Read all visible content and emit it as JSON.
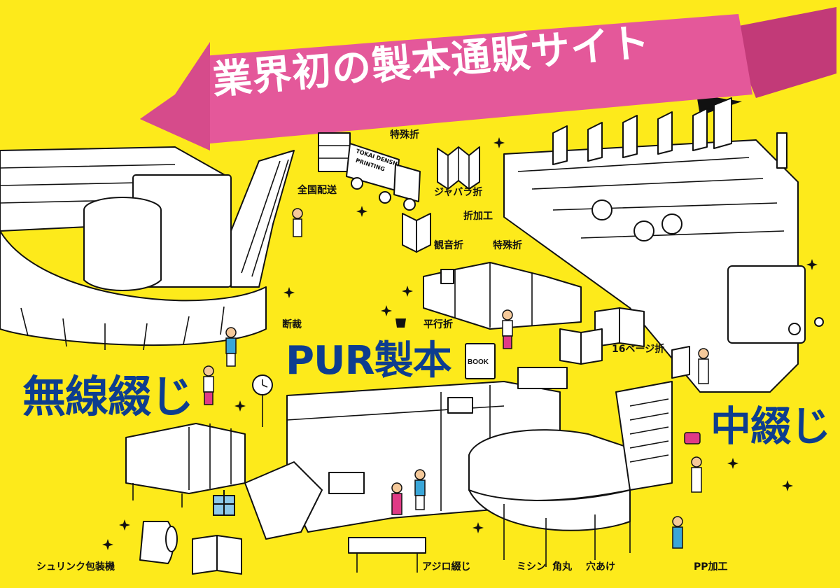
{
  "banner": {
    "title": "業界初の製本通販サイト"
  },
  "headlines": {
    "perfect_binding": "無線綴じ",
    "pur_binding": "PUR製本",
    "saddle_stitch": "中綴じ"
  },
  "labels": {
    "nationwide": "全国配送",
    "special_fold_top": "特殊折",
    "accordion_fold": "ジャバラ折",
    "fold_processing": "折加工",
    "gate_fold": "観音折",
    "special_fold": "特殊折",
    "cutting": "断裁",
    "parallel_fold": "平行折",
    "sixteen_page_fold": "16ページ折",
    "shrink_wrap": "シュリンク包装機",
    "ajiro": "アジロ綴じ",
    "perforation": "ミシン",
    "rounded_corners": "角丸",
    "hole_punch": "穴あけ",
    "pp_processing": "PP加工"
  },
  "truck": {
    "text_line1": "TOKAI DENSHI",
    "text_line2": "PRINTING"
  },
  "book_box": {
    "text": "BOOK"
  },
  "colors": {
    "background": "#FDEA1B",
    "banner": "#E4589A",
    "banner_dark": "#C23A78",
    "headline_blue": "#0D3D8F"
  }
}
